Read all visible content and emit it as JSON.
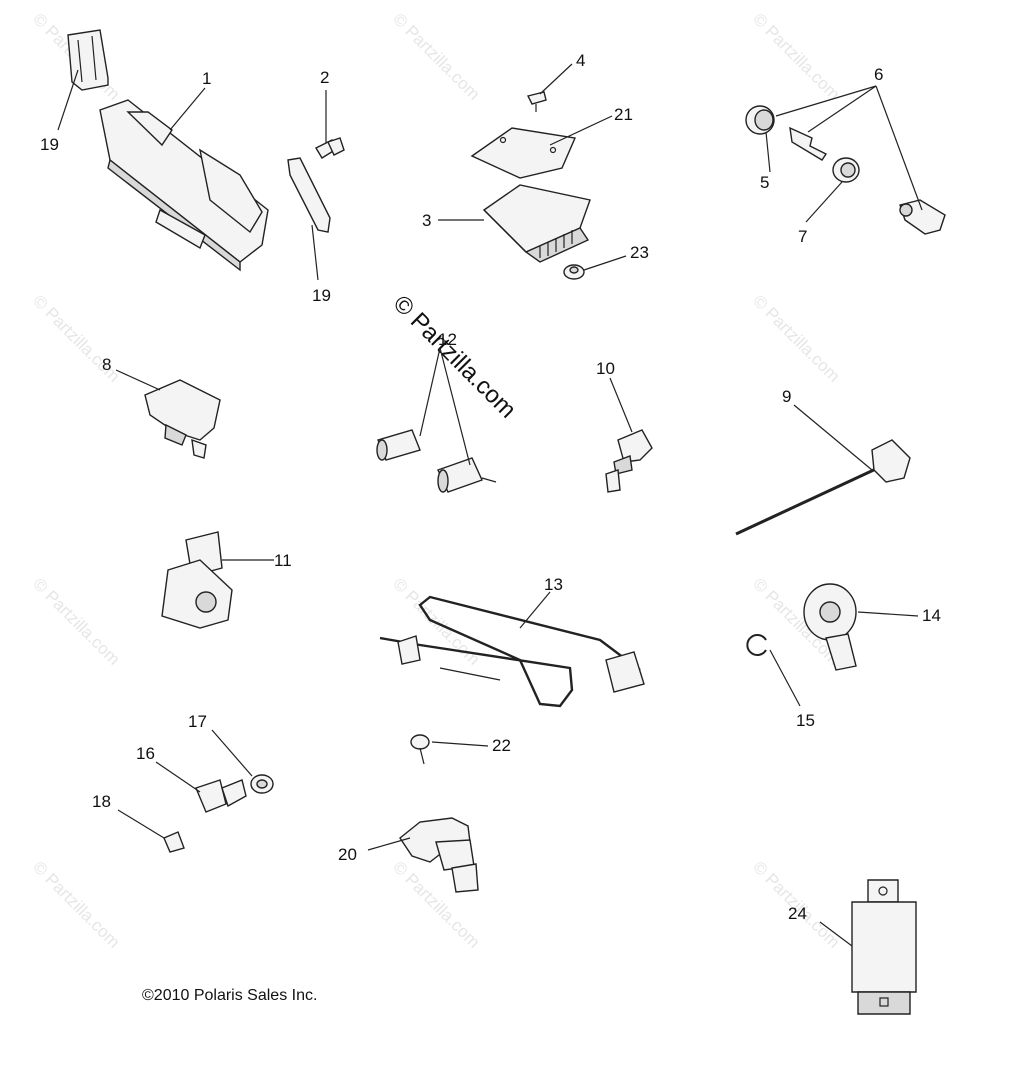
{
  "watermark": {
    "repeat_text": "© Partzilla.com",
    "center_text": "© Partzilla.com"
  },
  "copyright": "©2010 Polaris Sales Inc.",
  "callouts": {
    "c1": "1",
    "c2": "2",
    "c3": "3",
    "c4": "4",
    "c5": "5",
    "c6": "6",
    "c7": "7",
    "c8": "8",
    "c9": "9",
    "c10": "10",
    "c11": "11",
    "c12": "12",
    "c13": "13",
    "c14": "14",
    "c15": "15",
    "c16": "16",
    "c17": "17",
    "c18": "18",
    "c19a": "19",
    "c19b": "19",
    "c20": "20",
    "c21": "21",
    "c22": "22",
    "c23": "23",
    "c24": "24"
  }
}
